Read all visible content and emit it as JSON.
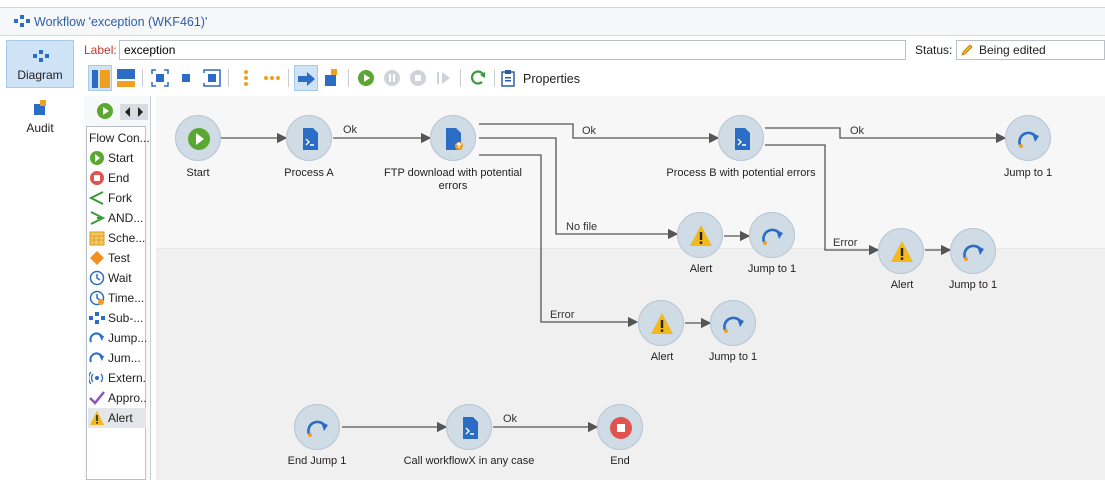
{
  "window": {
    "title": "Workflow 'exception (WKF461)'"
  },
  "nav": {
    "diagram": "Diagram",
    "audit": "Audit"
  },
  "form": {
    "label_caption": "Label:",
    "label_value": "exception",
    "status_caption": "Status:",
    "status_value": "Being edited"
  },
  "toolbar": {
    "properties": "Properties"
  },
  "palette": {
    "header": "Flow Con...",
    "items": [
      {
        "label": "Start",
        "icon": "start-icon"
      },
      {
        "label": "End",
        "icon": "end-icon"
      },
      {
        "label": "Fork",
        "icon": "fork-icon"
      },
      {
        "label": "AND...",
        "icon": "and-join-icon"
      },
      {
        "label": "Sche...",
        "icon": "scheduler-icon"
      },
      {
        "label": "Test",
        "icon": "test-icon"
      },
      {
        "label": "Wait",
        "icon": "wait-icon"
      },
      {
        "label": "Time...",
        "icon": "timer-icon"
      },
      {
        "label": "Sub-...",
        "icon": "subworkflow-icon"
      },
      {
        "label": "Jump...",
        "icon": "jump-icon"
      },
      {
        "label": "Jum...",
        "icon": "jump-icon"
      },
      {
        "label": "Extern...",
        "icon": "external-signal-icon"
      },
      {
        "label": "Appro...",
        "icon": "approval-icon"
      },
      {
        "label": "Alert",
        "icon": "alert-icon"
      }
    ]
  },
  "diagram": {
    "nodes": {
      "start": "Start",
      "process_a": "Process A",
      "ftp_line1": "FTP download with potential",
      "ftp_line2": "errors",
      "process_b": "Process B with potential errors",
      "jump_top": "Jump to 1",
      "alert_nofile": "Alert",
      "jump_nofile": "Jump to 1",
      "alert_b_error": "Alert",
      "jump_b_error": "Jump to 1",
      "alert_ftp_error": "Alert",
      "jump_ftp_error": "Jump to 1",
      "end_jump": "End Jump 1",
      "call_workflow": "Call workflowX in any case",
      "end": "End"
    },
    "edges": {
      "ok1": "Ok",
      "ok2": "Ok",
      "ok3": "Ok",
      "ok4": "Ok",
      "no_file": "No file",
      "error_b": "Error",
      "error_ftp": "Error"
    }
  },
  "colors": {
    "accent": "#2b5fa8",
    "node_fill": "#cfdbe5",
    "start_green": "#5aa832",
    "end_red": "#e0534f",
    "alert_yellow": "#f2b81c"
  }
}
